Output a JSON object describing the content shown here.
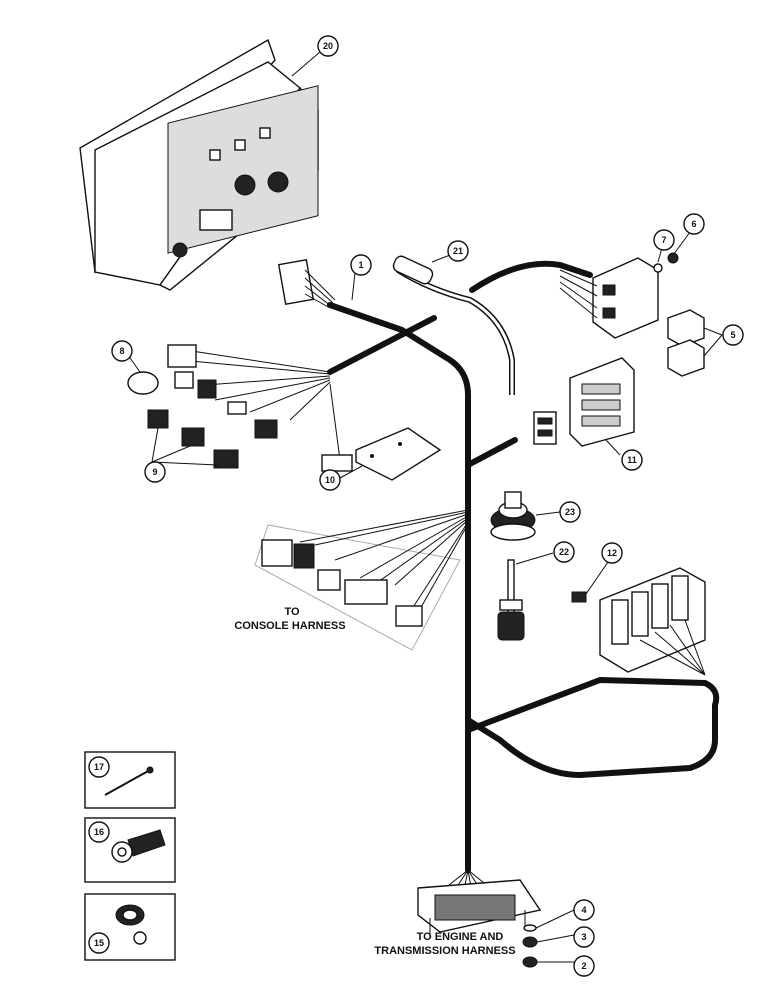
{
  "callouts": {
    "c1": "1",
    "c2": "2",
    "c3": "3",
    "c4": "4",
    "c5": "5",
    "c6": "6",
    "c7": "7",
    "c8": "8",
    "c9": "9",
    "c10": "10",
    "c11": "11",
    "c12": "12",
    "c15": "15",
    "c16": "16",
    "c17": "17",
    "c20": "20",
    "c21": "21",
    "c22": "22",
    "c23": "23"
  },
  "captions": {
    "console_line1": "TO",
    "console_line2": "CONSOLE HARNESS",
    "engine_line1": "TO ENGINE AND",
    "engine_line2": "TRANSMISSION HARNESS"
  }
}
